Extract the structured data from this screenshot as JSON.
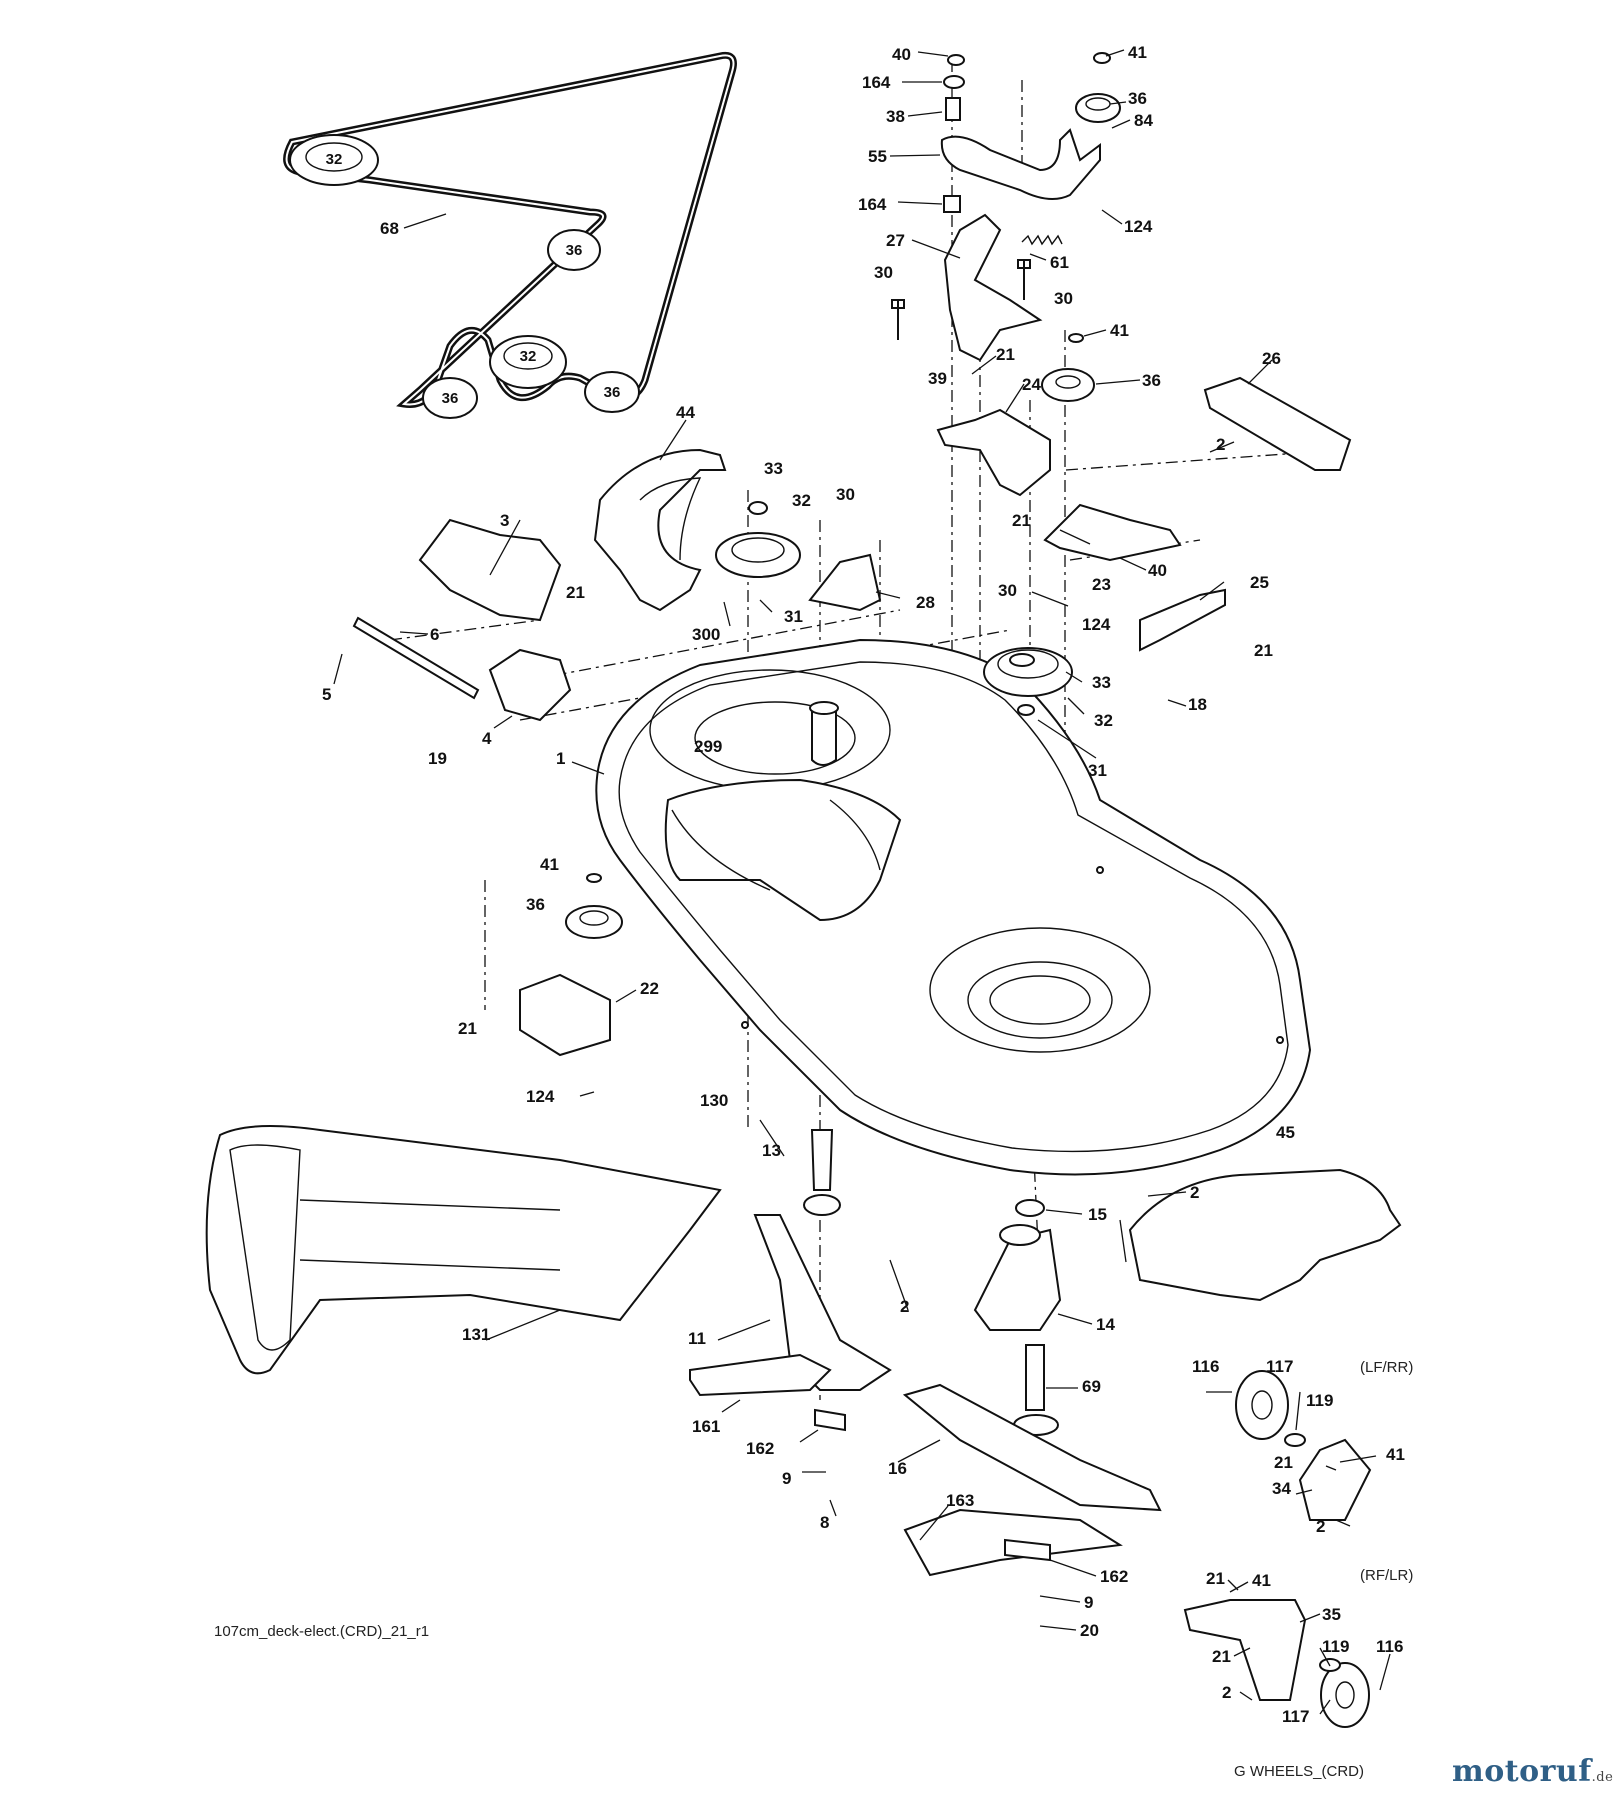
{
  "diagram": {
    "caption": "107cm_deck-elect.(CRD)_21_r1",
    "wheels_caption": "G WHEELS_(CRD)",
    "lf_rr": "(LF/RR)",
    "rf_lr": "(RF/LR)",
    "belt_pulley_labels": [
      "32",
      "36",
      "32",
      "36",
      "36"
    ],
    "callouts": [
      "40",
      "41",
      "164",
      "36",
      "84",
      "38",
      "55",
      "164",
      "124",
      "27",
      "61",
      "30",
      "30",
      "68",
      "41",
      "21",
      "39",
      "36",
      "26",
      "24",
      "2",
      "44",
      "33",
      "32",
      "30",
      "3",
      "21",
      "23",
      "40",
      "25",
      "30",
      "124",
      "21",
      "21",
      "28",
      "300",
      "31",
      "6",
      "5",
      "4",
      "19",
      "33",
      "299",
      "32",
      "18",
      "31",
      "1",
      "41",
      "36",
      "22",
      "21",
      "124",
      "130",
      "13",
      "15",
      "45",
      "2",
      "2",
      "14",
      "131",
      "11",
      "69",
      "116",
      "117",
      "119",
      "161",
      "162",
      "21",
      "41",
      "34",
      "9",
      "16",
      "2",
      "8",
      "163",
      "162",
      "9",
      "20",
      "21",
      "41",
      "35",
      "21",
      "119",
      "116",
      "2",
      "117"
    ]
  },
  "brand": {
    "name": "motoruf",
    "suffix": ".de",
    "color": "#2f5f86"
  }
}
